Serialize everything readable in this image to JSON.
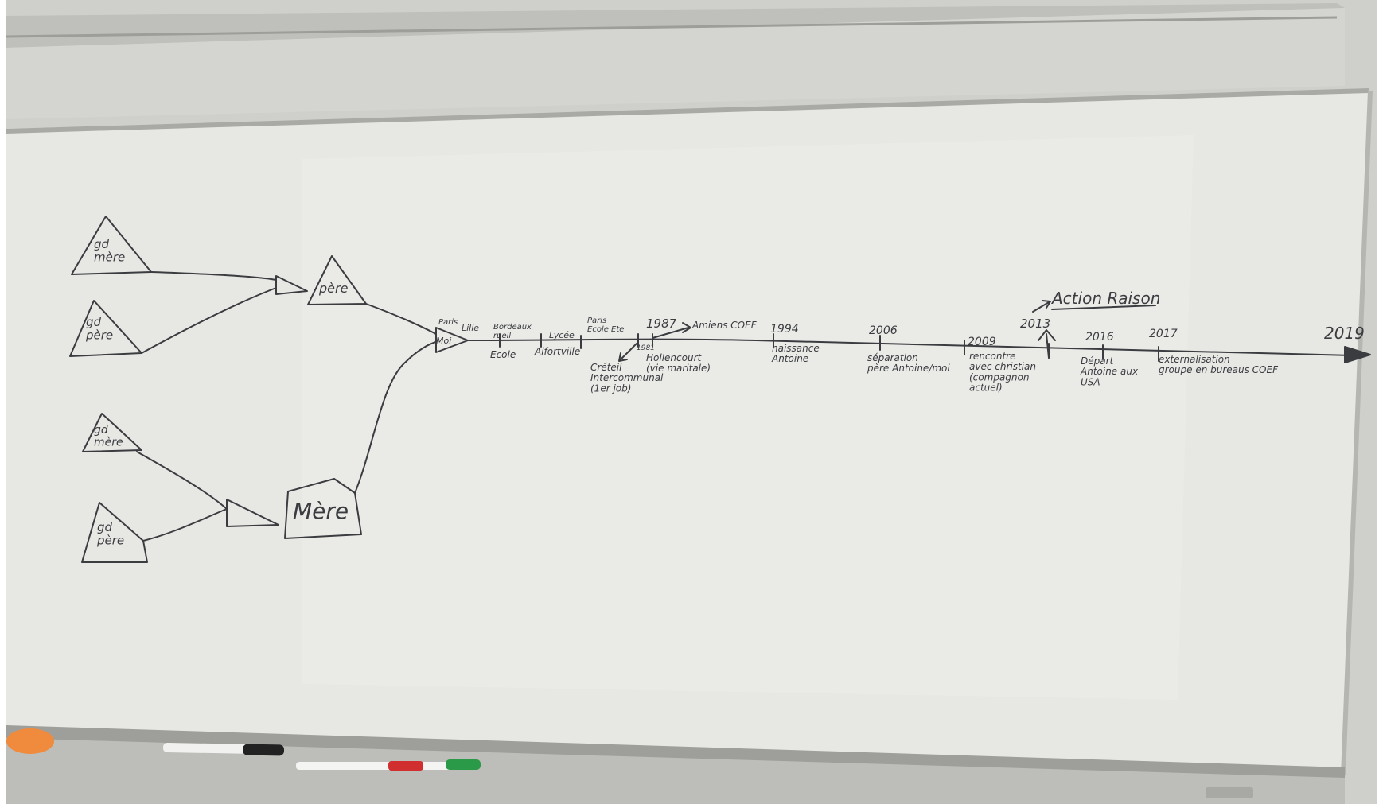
{
  "colors": {
    "wall": "#c9c9c6",
    "board": "#e6e6e3",
    "frame": "#b9b9b6",
    "ink": "#3a3c40",
    "eraser": "#f08a3c",
    "marker_green": "#2a9a48",
    "marker_red": "#d12f2f"
  },
  "family": {
    "gd_mere_paternal": "gd\nmère",
    "gd_pere_paternal": "gd\npère",
    "pere": "père",
    "gd_mere_maternal": "gd\nmère",
    "gd_pere_maternal": "gd\npère",
    "mere": "Mère",
    "moi": "Moi"
  },
  "timeline": {
    "above": {
      "paris1": "Paris",
      "lille": "Lille",
      "bordeaux": "Bordeaux\nrueil",
      "lycee": "Lycée",
      "paris2": "Paris\nEcole Ete",
      "y1987": "1987",
      "amiens": "Amiens COEF",
      "y1994": "1994",
      "y2006": "2006",
      "y2009": "2009",
      "y2013": "2013",
      "y2016": "2016",
      "y2017": "2017",
      "y2019": "2019",
      "action_raison": "Action Raison"
    },
    "below": {
      "ecole": "Ecole",
      "alfortville": "Alfortville",
      "y1981": "1981",
      "creteil": "Créteil\nIntercommunal\n(1er job)",
      "hollencourt": "Hollencourt\n(vie maritale)",
      "naissance": "naissance\nAntoine",
      "separation": "séparation\npère Antoine/moi",
      "rencontre": "rencontre\navec christian\n(compagnon\nactuel)",
      "depart": "Départ\nAntoine aux\nUSA",
      "externalisation": "externalisation\ngroupe en bureaus COEF"
    }
  }
}
